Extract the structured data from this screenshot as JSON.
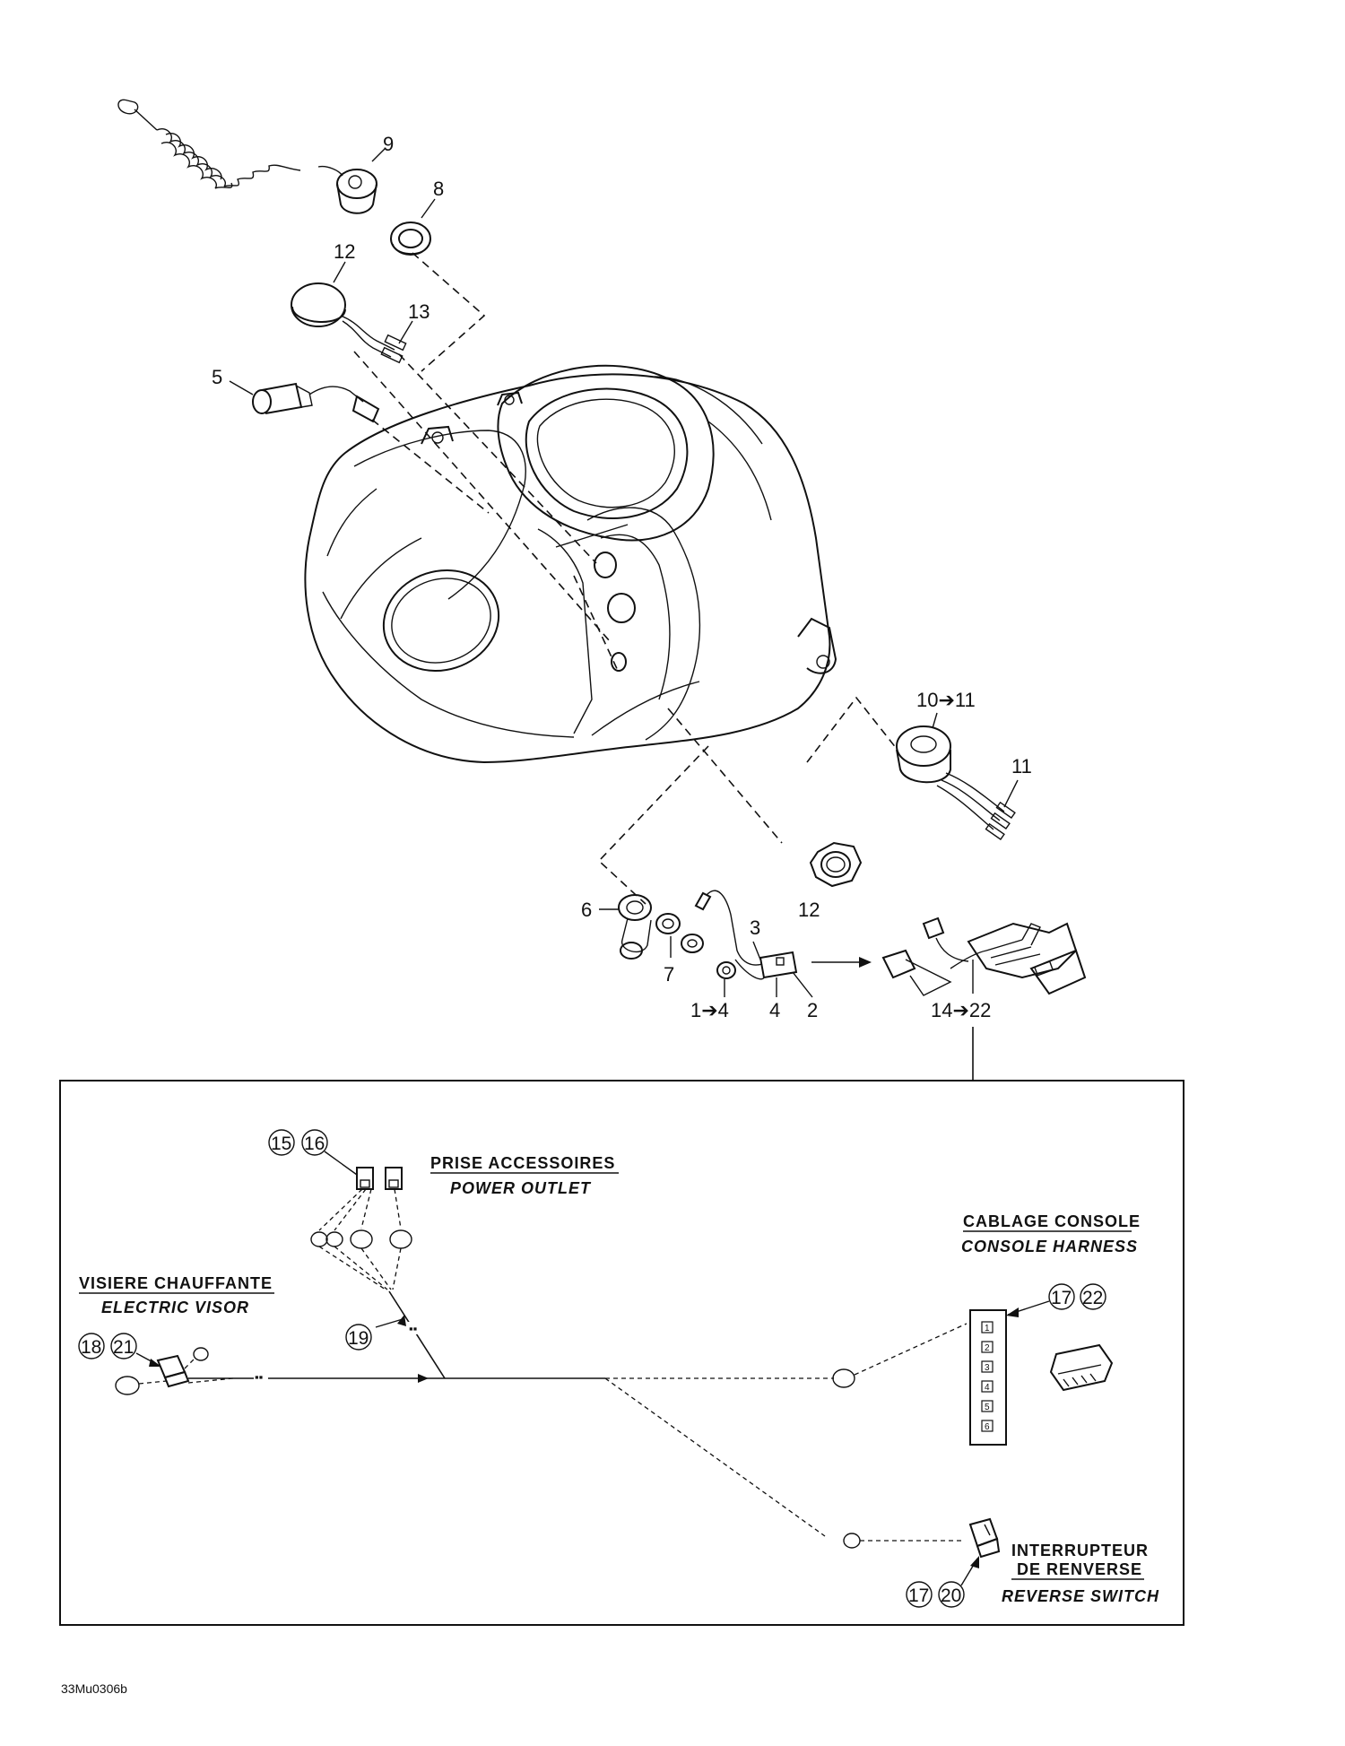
{
  "callouts": {
    "c9": "9",
    "c8": "8",
    "c12_top": "12",
    "c13": "13",
    "c5": "5",
    "c10_11": "10➔11",
    "c11": "11",
    "c12_bottom": "12",
    "c6": "6",
    "c7": "7",
    "c3": "3",
    "c1_4": "1➔4",
    "c4": "4",
    "c2": "2",
    "c14_22": "14➔22"
  },
  "circled": {
    "n15": "15",
    "n16": "16",
    "n19": "19",
    "n18": "18",
    "n21": "21",
    "n17a": "17",
    "n22": "22",
    "n17b": "17",
    "n20": "20"
  },
  "labels": {
    "power_outlet_fr": "PRISE ACCESSOIRES",
    "power_outlet_en": "POWER OUTLET",
    "console_fr": "CABLAGE CONSOLE",
    "console_en": "CONSOLE HARNESS",
    "visor_fr": "VISIERE CHAUFFANTE",
    "visor_en": "ELECTRIC VISOR",
    "reverse_fr1": "INTERRUPTEUR",
    "reverse_fr2": "DE RENVERSE",
    "reverse_en": "REVERSE SWITCH"
  },
  "connector_pins": [
    "1",
    "2",
    "3",
    "4",
    "5",
    "6"
  ],
  "figure_code": "33Mu0306b"
}
